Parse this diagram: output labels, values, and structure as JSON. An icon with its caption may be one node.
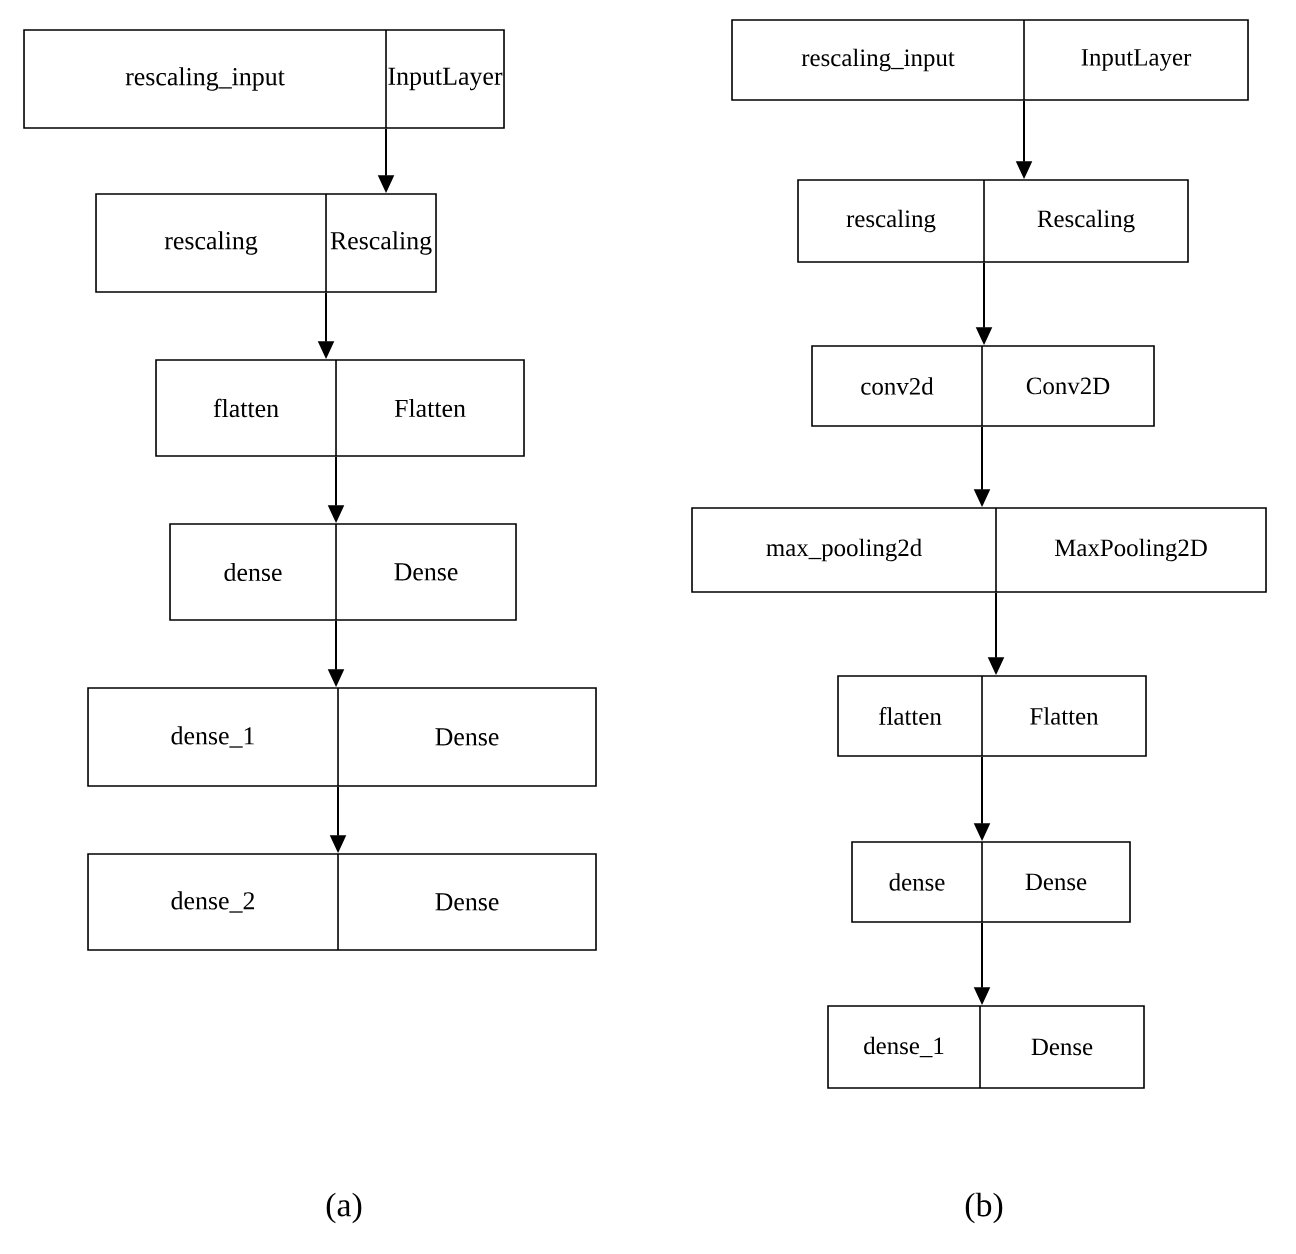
{
  "diagram": {
    "nodes": [
      {
        "text": [
          "rescaling_input",
          "InputLayer"
        ]
      },
      {
        "text": [
          "rescaling",
          "Rescaling"
        ]
      },
      {
        "text": [
          "flatten",
          "Flatten"
        ]
      },
      {
        "text": [
          "dense",
          "Dense"
        ]
      },
      {
        "text": [
          "dense_1",
          "Dense"
        ]
      },
      {
        "text": [
          "dense_2",
          "Dense"
        ]
      },
      {
        "text": [
          "rescaling_input",
          "InputLayer"
        ]
      },
      {
        "text": [
          "rescaling",
          "Rescaling"
        ]
      },
      {
        "text": [
          "conv2d",
          "Conv2D"
        ]
      },
      {
        "text": [
          "max_pooling2d",
          "MaxPooling2D"
        ]
      },
      {
        "text": [
          "flatten",
          "Flatten"
        ]
      },
      {
        "text": [
          "dense",
          "Dense"
        ]
      },
      {
        "text": [
          "dense_1",
          "Dense"
        ]
      }
    ],
    "edges": [
      {
        "from": 0,
        "to": 1,
        "arrow": "to"
      },
      {
        "from": 1,
        "to": 2,
        "arrow": "to"
      },
      {
        "from": 2,
        "to": 3,
        "arrow": "to"
      },
      {
        "from": 3,
        "to": 4,
        "arrow": "to"
      },
      {
        "from": 4,
        "to": 5,
        "arrow": "to"
      },
      {
        "from": 6,
        "to": 7,
        "arrow": "to"
      },
      {
        "from": 7,
        "to": 8,
        "arrow": "to"
      },
      {
        "from": 8,
        "to": 9,
        "arrow": "to"
      },
      {
        "from": 9,
        "to": 10,
        "arrow": "to"
      },
      {
        "from": 10,
        "to": 11,
        "arrow": "to"
      },
      {
        "from": 11,
        "to": 12,
        "arrow": "to"
      }
    ],
    "labels": [
      "(a)",
      "(b)"
    ]
  }
}
